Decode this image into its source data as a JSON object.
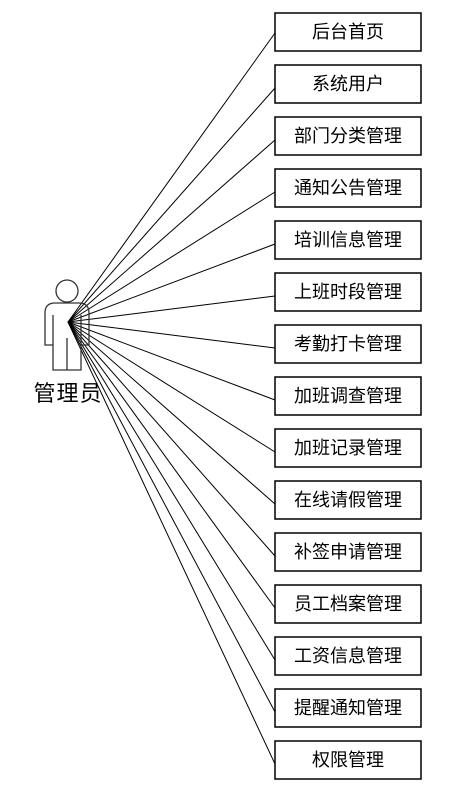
{
  "actor": {
    "label": "管理员"
  },
  "use_cases": [
    {
      "label": "后台首页"
    },
    {
      "label": "系统用户"
    },
    {
      "label": "部门分类管理"
    },
    {
      "label": "通知公告管理"
    },
    {
      "label": "培训信息管理"
    },
    {
      "label": "上班时段管理"
    },
    {
      "label": "考勤打卡管理"
    },
    {
      "label": "加班调查管理"
    },
    {
      "label": "加班记录管理"
    },
    {
      "label": "在线请假管理"
    },
    {
      "label": "补签申请管理"
    },
    {
      "label": "员工档案管理"
    },
    {
      "label": "工资信息管理"
    },
    {
      "label": "提醒通知管理"
    },
    {
      "label": "权限管理"
    }
  ]
}
